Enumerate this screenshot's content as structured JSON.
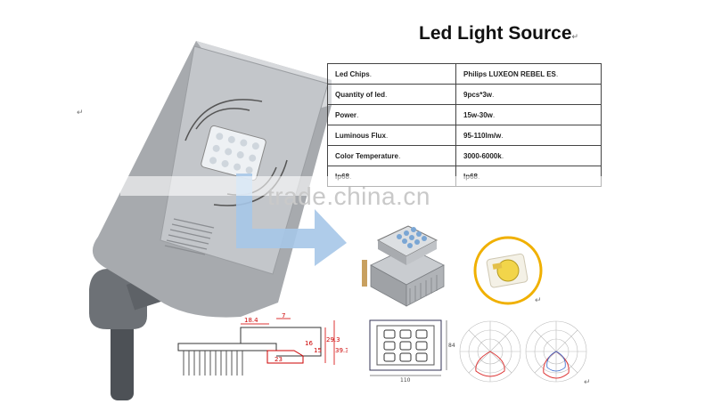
{
  "page": {
    "title": "Led Light Source",
    "return_mark": "↵"
  },
  "spec_table": {
    "rows": [
      {
        "label": "Led Chips",
        "value": "Philips LUXEON REBEL ES"
      },
      {
        "label": "Quantity of led",
        "value": "9pcs*3w"
      },
      {
        "label": "Power",
        "value": "15w-30w"
      },
      {
        "label": "Luminous Flux",
        "value": "95-110lm/w"
      },
      {
        "label": "Color Temperature",
        "value": "3000-6000k"
      },
      {
        "label": "Ip68",
        "value": "Ip68"
      }
    ]
  },
  "watermark": "trade.china.cn",
  "drawings": {
    "heatsink_dims": [
      "18.4",
      "7",
      "16",
      "29.3",
      "39.3",
      "15",
      "23"
    ],
    "module_dims": [
      "110",
      "84"
    ]
  },
  "colors": {
    "lamp_body": "#a7aaae",
    "arrow": "#a6c6e8",
    "watermark": "#c9c9c9",
    "chip_yellow": "#f2d54a"
  },
  "icons": [
    "street-light-product-photo",
    "arrow-right-icon",
    "led-module-photo",
    "led-chip-photo",
    "heatsink-drawing",
    "module-drawing",
    "polar-distribution-diagram"
  ]
}
